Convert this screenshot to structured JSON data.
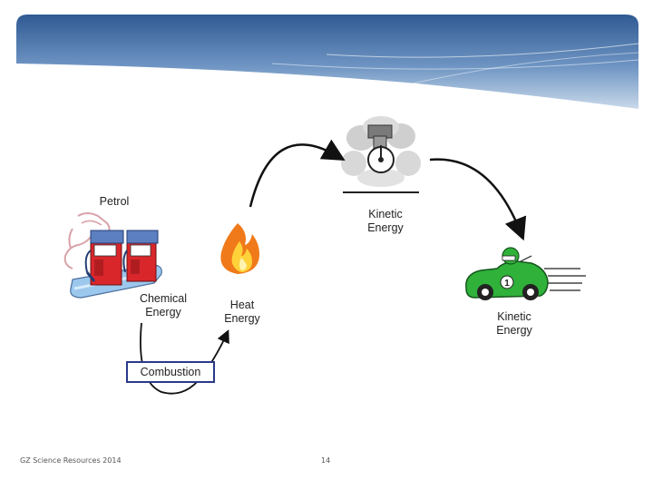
{
  "diagram": {
    "labels": {
      "petrol": "Petrol",
      "chemical_energy": "Chemical\nEnergy",
      "heat_energy": "Heat\nEnergy",
      "kinetic_energy_engine": "Kinetic\nEnergy",
      "kinetic_energy_car": "Kinetic\nEnergy",
      "combustion": "Combustion"
    },
    "icons": {
      "fuel_pump": "fuel-pump-icon",
      "flame": "flame-icon",
      "engine": "engine-piston-icon",
      "race_car": "race-car-icon"
    },
    "car_number": "1",
    "colors": {
      "banner_dark": "#2f5a93",
      "banner_light": "#c9d9ea",
      "pump_red": "#d9262b",
      "pump_blue": "#5c7fc0",
      "flame_orange": "#f07a1a",
      "flame_yellow": "#ffd23a",
      "car_green": "#2fb13a",
      "arrow": "#111111",
      "box_border": "#2a3a8a"
    }
  },
  "footer": {
    "credit": "GZ Science Resources 2014",
    "page_number": "14"
  }
}
